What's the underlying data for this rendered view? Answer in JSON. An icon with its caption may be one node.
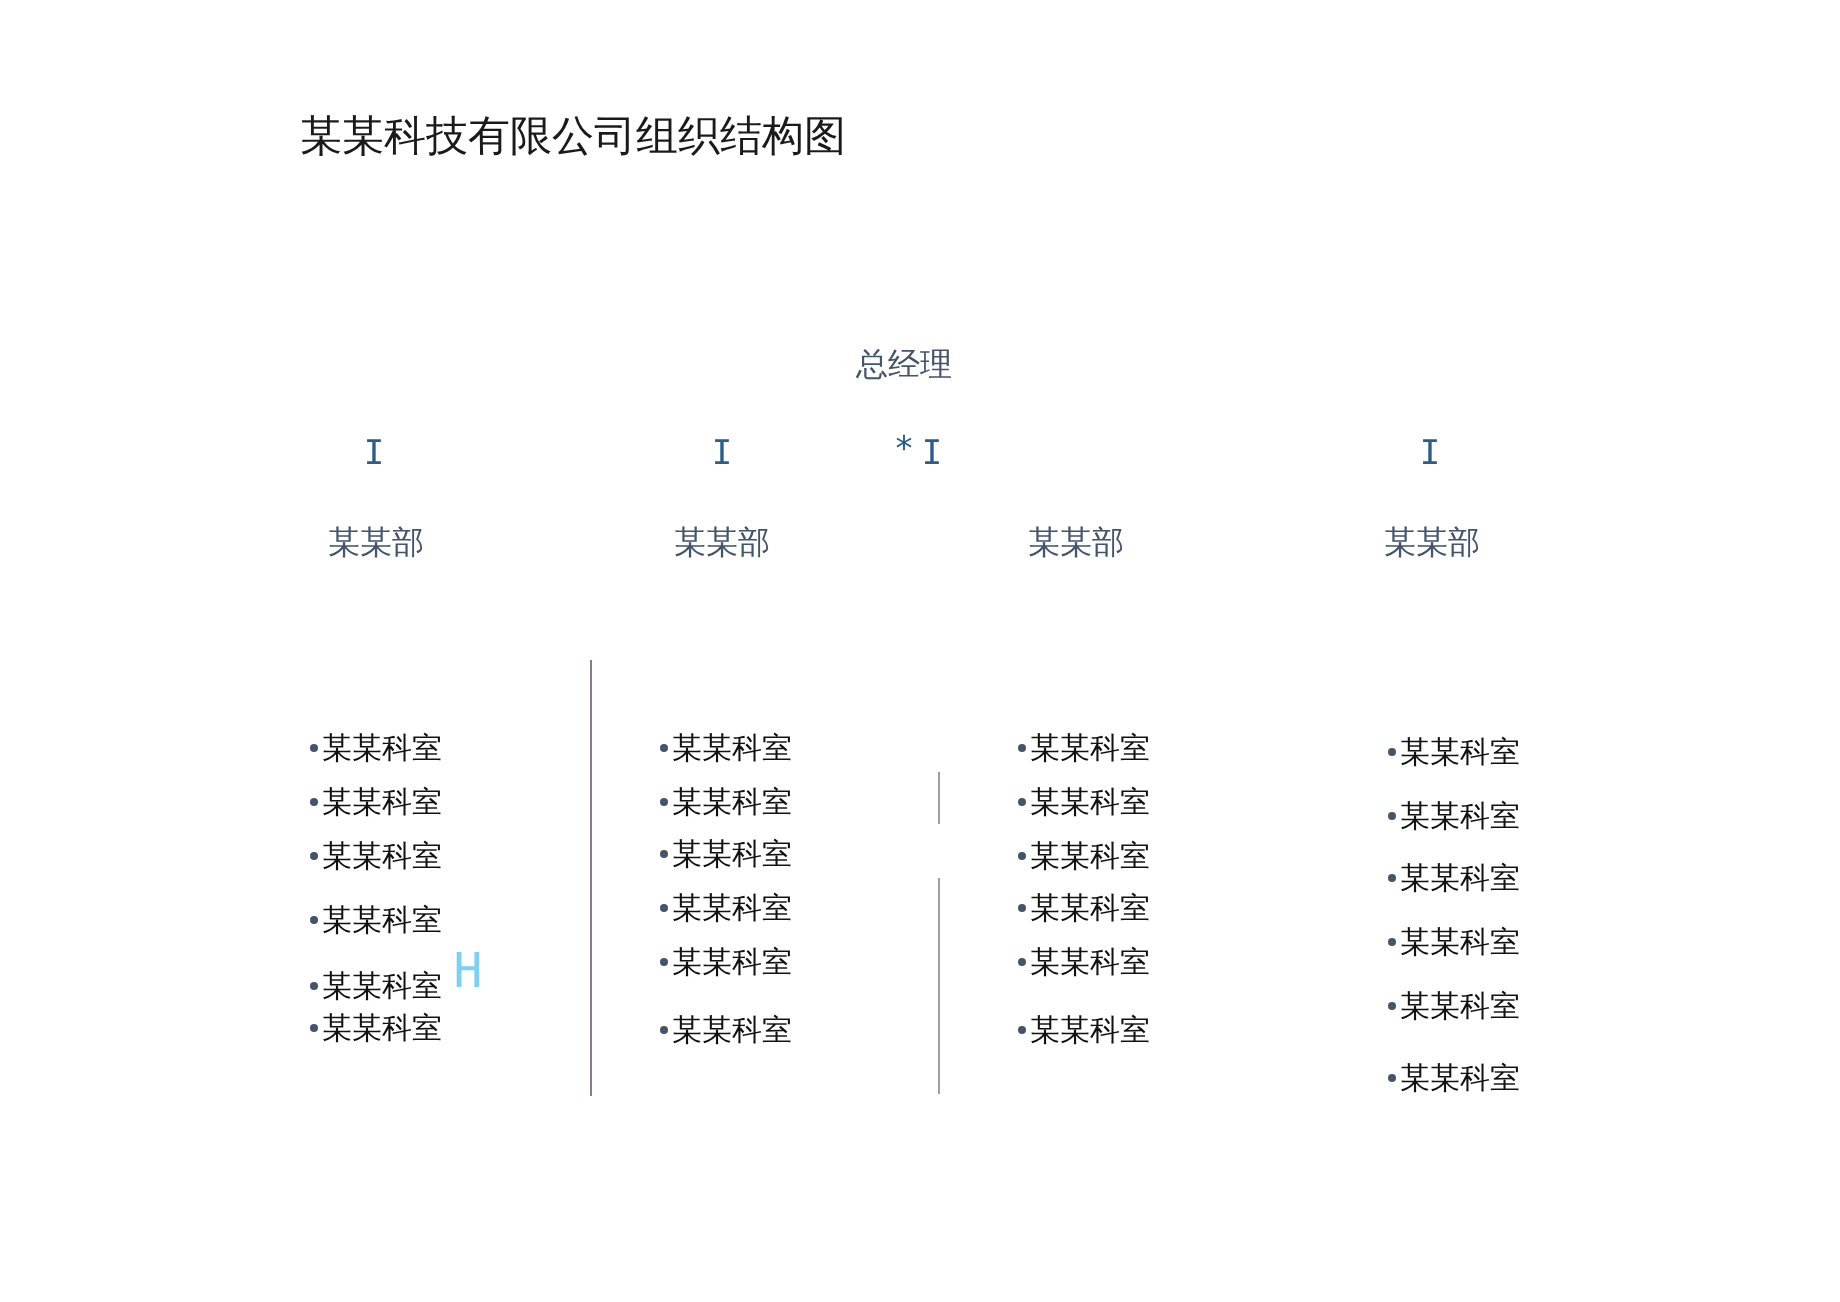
{
  "diagram": {
    "title": "某某科技有限公司组织结构图",
    "labels": [
      "总经理",
      "I",
      "I",
      "*",
      "I",
      "I",
      "某某部",
      "某某部",
      "某某部",
      "某某部",
      "某某科室",
      "某某科室",
      "某某科室",
      "某某科室",
      "某某科室",
      "某某科室",
      "某某科室",
      "某某科室",
      "某某科室",
      "某某科室",
      "某某科室",
      "某某科室",
      "某某科室",
      "某某科室",
      "某某科室",
      "某某科室",
      "某某科室",
      "某某科室",
      "某某科室",
      "某某科室",
      "某某科室",
      "某某科室",
      "某某科室",
      "某某科室",
      "H"
    ]
  }
}
